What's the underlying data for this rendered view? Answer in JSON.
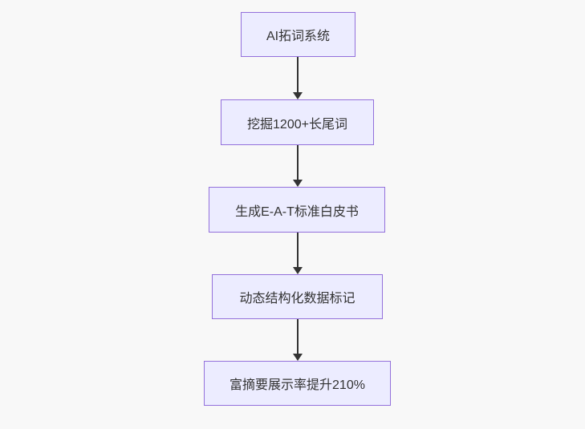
{
  "diagram": {
    "type": "flowchart",
    "direction": "top-down",
    "colors": {
      "background": "#f8f8f8",
      "node_fill": "#ececff",
      "node_border": "#9370db",
      "arrow": "#333333",
      "text": "#333333"
    },
    "nodes": [
      {
        "label": "AI拓词系统"
      },
      {
        "label": "挖掘1200+长尾词"
      },
      {
        "label": "生成E-A-T标准白皮书"
      },
      {
        "label": "动态结构化数据标记"
      },
      {
        "label": "富摘要展示率提升210%"
      }
    ],
    "edges": [
      {
        "from": 0,
        "to": 1
      },
      {
        "from": 1,
        "to": 2
      },
      {
        "from": 2,
        "to": 3
      },
      {
        "from": 3,
        "to": 4
      }
    ]
  }
}
